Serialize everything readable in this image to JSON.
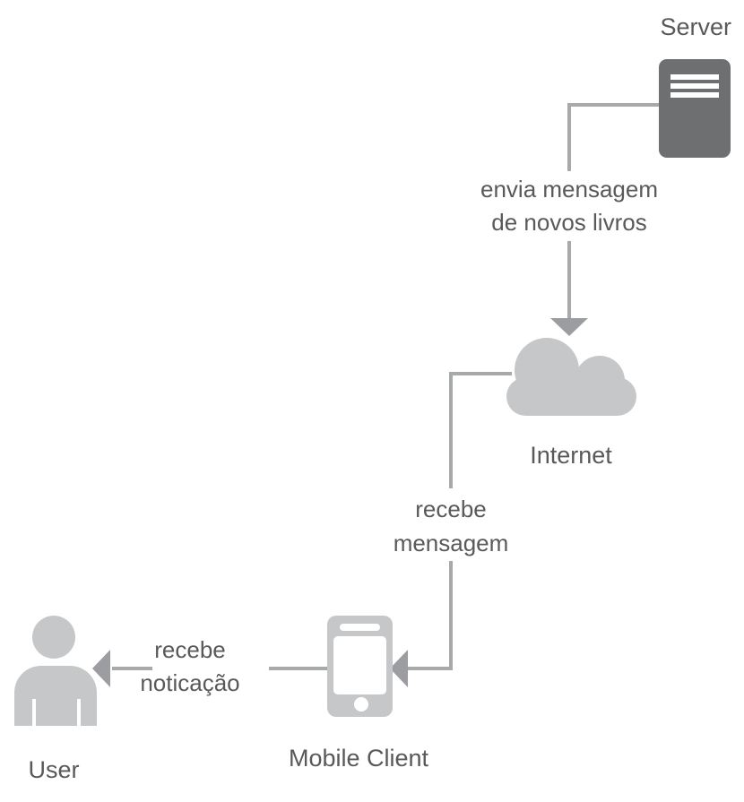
{
  "nodes": {
    "server": {
      "label": "Server"
    },
    "internet": {
      "label": "Internet"
    },
    "mobile_client": {
      "label": "Mobile Client"
    },
    "user": {
      "label": "User"
    }
  },
  "edges": {
    "server_to_internet": {
      "line1": "envia mensagem",
      "line2": "de novos livros"
    },
    "internet_to_mobile": {
      "line1": "recebe",
      "line2": "mensagem"
    },
    "mobile_to_user": {
      "line1": "recebe",
      "line2": "noticação"
    }
  },
  "colors": {
    "icon_dark": "#6e6f71",
    "icon_light": "#c6c7c9",
    "connector_line": "#a8a9ab",
    "arrowhead": "#9c9da0",
    "text": "#58595b",
    "background": "#ffffff"
  }
}
